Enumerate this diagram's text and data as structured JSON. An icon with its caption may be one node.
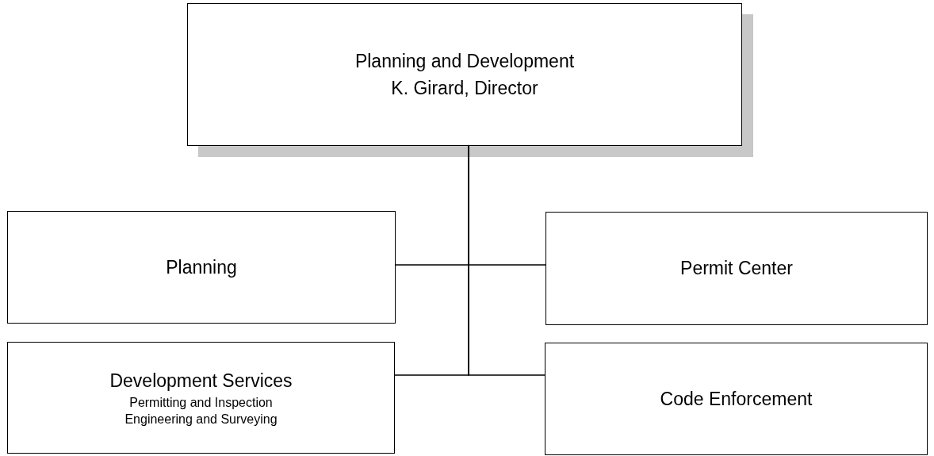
{
  "diagram": {
    "nodes": [
      {
        "text": [
          "Planning and Development",
          "K. Girard, Director"
        ]
      },
      {
        "text": [
          "Planning"
        ]
      },
      {
        "text": [
          "Permit Center"
        ]
      },
      {
        "text": [
          "Development Services",
          "Permitting and Inspection",
          "Engineering and Surveying"
        ]
      },
      {
        "text": [
          "Code Enforcement"
        ]
      }
    ],
    "edges": [
      {
        "from": 0,
        "to": 1,
        "arrow": "none"
      },
      {
        "from": 0,
        "to": 2,
        "arrow": "none"
      },
      {
        "from": 0,
        "to": 3,
        "arrow": "none"
      },
      {
        "from": 0,
        "to": 4,
        "arrow": "none"
      }
    ]
  }
}
